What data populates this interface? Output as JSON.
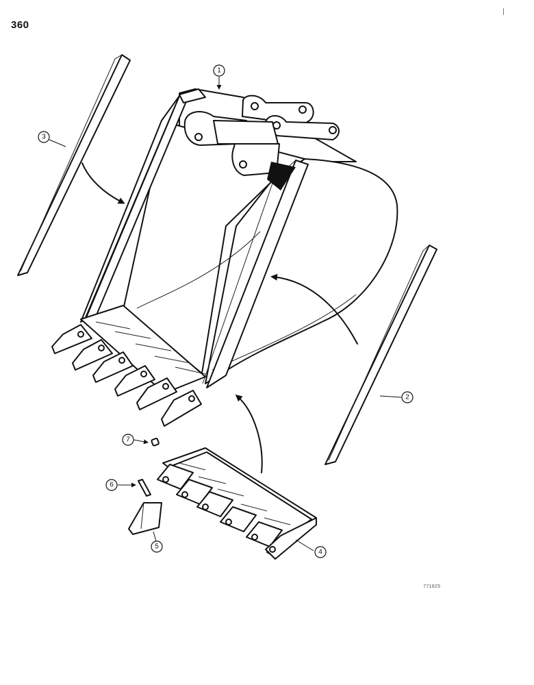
{
  "page": {
    "number": "360",
    "reference_code": "771025"
  },
  "callouts": [
    {
      "id": "callout-1",
      "label": "1"
    },
    {
      "id": "callout-2",
      "label": "2"
    },
    {
      "id": "callout-3",
      "label": "3"
    },
    {
      "id": "callout-4",
      "label": "4"
    },
    {
      "id": "callout-5",
      "label": "5"
    },
    {
      "id": "callout-6",
      "label": "6"
    },
    {
      "id": "callout-7",
      "label": "7"
    }
  ]
}
